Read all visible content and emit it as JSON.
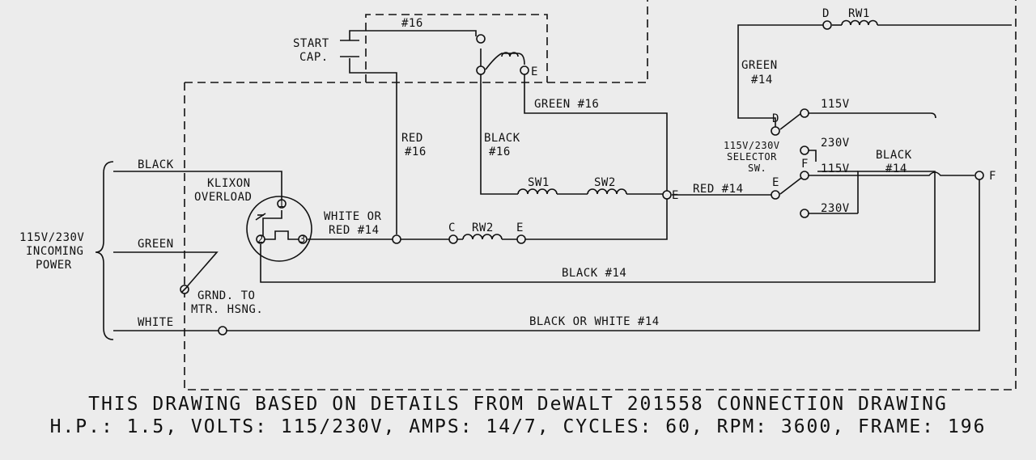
{
  "labels": {
    "start_cap_1": "START",
    "start_cap_2": "CAP.",
    "wire16_top": "#16",
    "green16": "GREEN #16",
    "red16_1": "RED",
    "red16_2": "#16",
    "black16_1": "BLACK",
    "black16_2": "#16",
    "black_in": "BLACK",
    "klixon_1": "KLIXON",
    "klixon_2": "OVERLOAD",
    "white_or_red_1": "WHITE OR",
    "white_or_red_2": "RED #14",
    "power_1": "115V/230V",
    "power_2": "INCOMING",
    "power_3": "POWER",
    "green_in": "GREEN",
    "grnd_1": "GRND. TO",
    "grnd_2": "MTR. HSNG.",
    "white_in": "WHITE",
    "sw1": "SW1",
    "sw2": "SW2",
    "rw2": "RW2",
    "rw1": "RW1",
    "c": "C",
    "e_rw2": "E",
    "e_junction": "E",
    "e_sw": "E",
    "e_cap": "E",
    "d_top": "D",
    "d_sw": "D",
    "f_sw": "F",
    "f_right": "F",
    "red14": "RED #14",
    "green14_1": "GREEN",
    "green14_2": "#14",
    "v115_top": "115V",
    "v230_top": "230V",
    "v115_mid": "115V",
    "v230_bot": "230V",
    "selector_1": "115V/230V",
    "selector_2": "SELECTOR",
    "selector_3": "SW.",
    "black14_right_1": "BLACK",
    "black14_right_2": "#14",
    "black14": "BLACK #14",
    "black_or_white14": "BLACK OR WHITE #14",
    "ovl_1": "1",
    "ovl_2": "2",
    "ovl_3": "3"
  },
  "footer": {
    "line1": "THIS DRAWING BASED ON DETAILS FROM DeWALT 201558 CONNECTION DRAWING",
    "line2": "H.P.: 1.5, VOLTS: 115/230V, AMPS: 14/7, CYCLES: 60, RPM: 3600, FRAME: 196"
  }
}
